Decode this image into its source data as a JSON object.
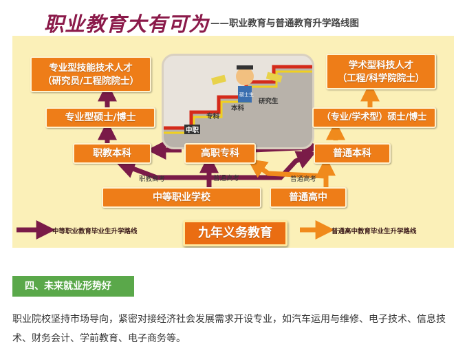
{
  "diagram": {
    "title_main": "职业教育大有可为",
    "title_sub": "——职业教育与普通教育升学路线图",
    "nodes": {
      "voc_talent_line1": "专业型技能技术人才",
      "voc_talent_line2": "（研究员/工程院院士）",
      "acad_talent_line1": "学术型科技人才",
      "acad_talent_line2": "（工程/科学院院士）",
      "prof_master_phd": "专业型硕士/博士",
      "prof_acad_master_phd": "（专业/学术型）硕士/博士",
      "voc_undergrad": "职教本科",
      "higher_voc": "高职专科",
      "general_undergrad": "普通本科",
      "secondary_voc": "中等职业学校",
      "general_high": "普通高中",
      "compulsory_edu": "九年义务教育"
    },
    "path_labels": {
      "voc_exam": "职教高考",
      "general_exam_left": "普通高考",
      "general_exam_right": "普通高考"
    },
    "photo_labels": {
      "zhongzhi": "中职",
      "zhuanke": "专科",
      "benke": "本科",
      "shuoshi": "硕士生",
      "yanjiusheng": "研究生"
    },
    "legend": {
      "voc_route": "中等职业教育毕业生升学路线",
      "general_route": "普通高中教育毕业生升学路线"
    },
    "colors": {
      "purple_arrow": "#7a1b48",
      "orange_arrow": "#f08a1c",
      "node_orange": "#ee7d18",
      "title_color": "#8b1a4a",
      "section_green": "#5aa84a"
    }
  },
  "section": {
    "header": "四、未来就业形势好",
    "paragraph": "职业院校坚持市场导向，紧密对接经济社会发展需求开设专业，如汽车运用与维修、电子技术、信息技术、财务会计、学前教育、电子商务等。"
  }
}
